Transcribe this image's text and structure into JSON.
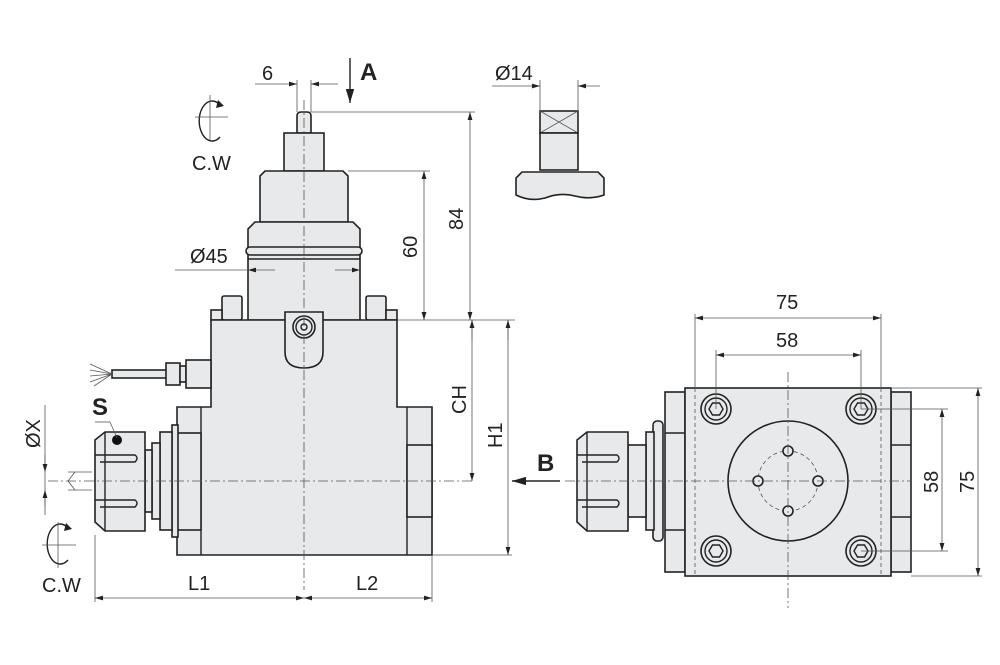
{
  "labels": {
    "dim_6": "6",
    "view_a": "A",
    "dim_d14": "Ø14",
    "rotation_top": "C.W",
    "dim_84": "84",
    "dim_60": "60",
    "dim_d45": "Ø45",
    "dim_ch": "CH",
    "dim_h1": "H1",
    "spindle_s": "S",
    "dim_dx": "ØX",
    "rotation_left": "C.W",
    "dim_l1": "L1",
    "dim_l2": "L2",
    "view_b": "B",
    "dim_75_h": "75",
    "dim_58_h": "58",
    "dim_58_v": "58",
    "dim_75_v": "75"
  },
  "colors": {
    "part_fill": "#e8e9ea",
    "line": "#222222"
  }
}
